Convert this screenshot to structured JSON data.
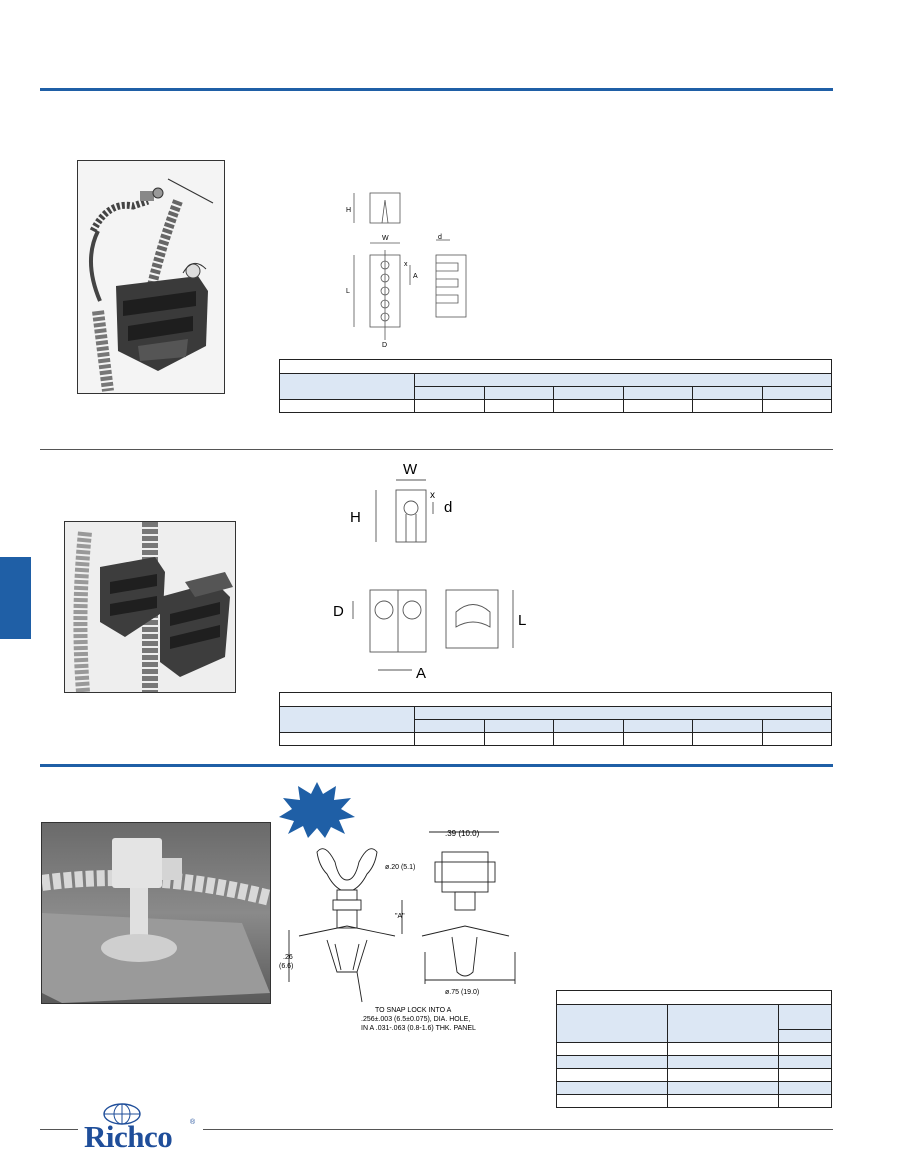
{
  "brand": {
    "name": "Richco",
    "registered": "®"
  },
  "colors": {
    "accent": "#1f5fa6",
    "table_shade": "#dce7f4"
  },
  "drawing1": {
    "labels": {
      "h": "H",
      "w": "W",
      "l": "L",
      "a": "A",
      "d": "d",
      "x": "x",
      "dd": "D"
    }
  },
  "drawing2": {
    "labels": {
      "w": "W",
      "h": "H",
      "x": "x",
      "d": "d",
      "dd": "D",
      "l": "L",
      "a": "A"
    }
  },
  "drawing3": {
    "labels": {
      "width": ".39 (10.0)",
      "dia": "ø.20 (5.1)",
      "a": "\"A\"",
      "height_in": ".26",
      "height_mm": "(6.6)",
      "base_dia": "ø.75 (19.0)",
      "note1": "TO SNAP LOCK INTO A",
      "note2": ".256±.003 (6.5±0.075), DIA. HOLE,",
      "note3": "IN A .031-.063 (0.8-1.6) THK. PANEL"
    }
  }
}
